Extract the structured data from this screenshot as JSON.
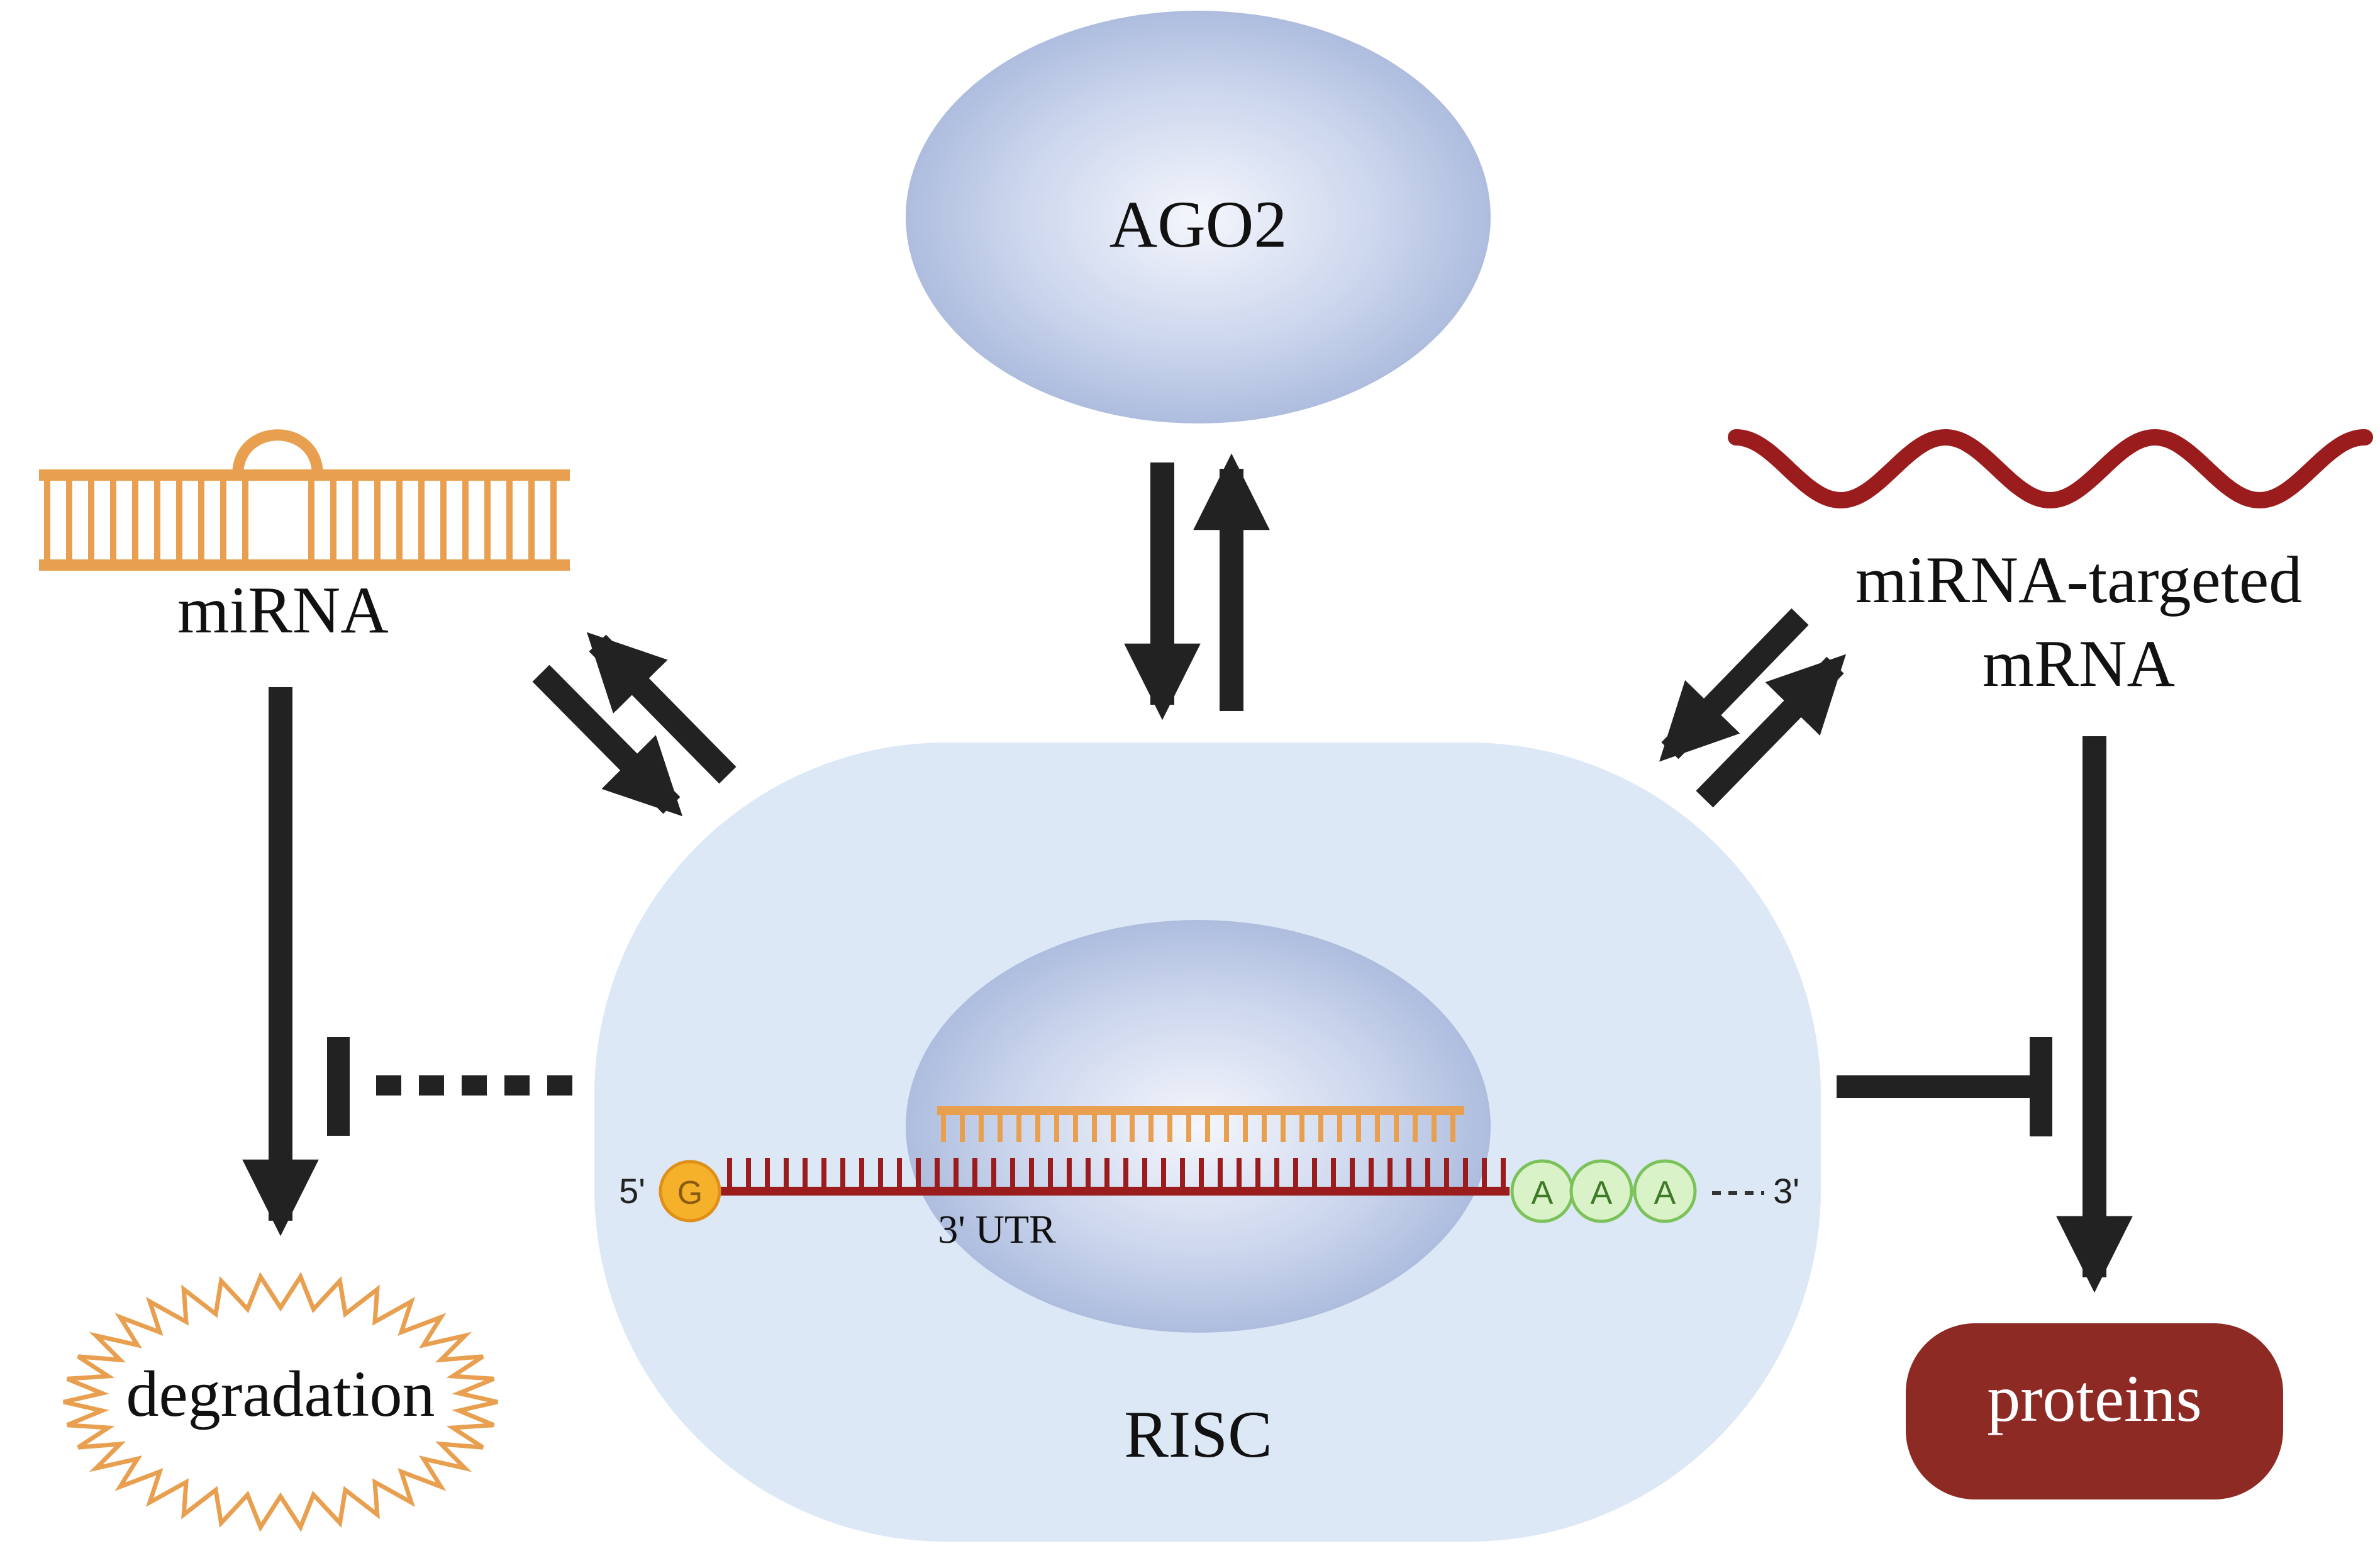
{
  "labels": {
    "ago2": "AGO2",
    "mirna": "miRNA",
    "target_line1": "miRNA-targeted",
    "target_line2": "mRNA",
    "degradation": "degradation",
    "proteins": "proteins",
    "risc": "RISC",
    "utr": "3' UTR",
    "five_prime": "5'",
    "three_prime": "3'",
    "cap": "G",
    "poly_a": [
      "A",
      "A",
      "A"
    ]
  },
  "colors": {
    "mirna_orange": "#e8a050",
    "mrna_red": "#9b1c1c",
    "protein_box": "#8e2a24",
    "risc_fill": "#dce8f5",
    "ago_center": "#eef2fb",
    "ago_edge": "#a8b8dc",
    "cap_fill": "#f5b12a",
    "polya_fill": "#d9f2c7",
    "polya_stroke": "#7cc25a",
    "arrow": "#222222"
  }
}
